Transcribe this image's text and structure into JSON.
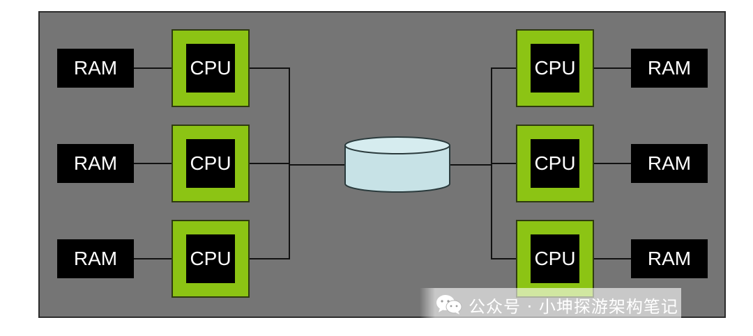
{
  "diagram": {
    "ram_label": "RAM",
    "cpu_label": "CPU",
    "colors": {
      "panel": "#757575",
      "cpu_frame": "#8cc414",
      "node_fill": "#000000",
      "disk_fill": "#c7e2e6",
      "wire": "#111111"
    },
    "left_group": [
      {
        "ram": "RAM",
        "cpu": "CPU"
      },
      {
        "ram": "RAM",
        "cpu": "CPU"
      },
      {
        "ram": "RAM",
        "cpu": "CPU"
      }
    ],
    "right_group": [
      {
        "ram": "RAM",
        "cpu": "CPU"
      },
      {
        "ram": "RAM",
        "cpu": "CPU"
      },
      {
        "ram": "RAM",
        "cpu": "CPU"
      }
    ],
    "shared_storage_icon": "disk-cylinder-icon"
  },
  "watermark": {
    "icon": "wechat-icon",
    "text": "公众号 · 小坤探游架构笔记"
  }
}
